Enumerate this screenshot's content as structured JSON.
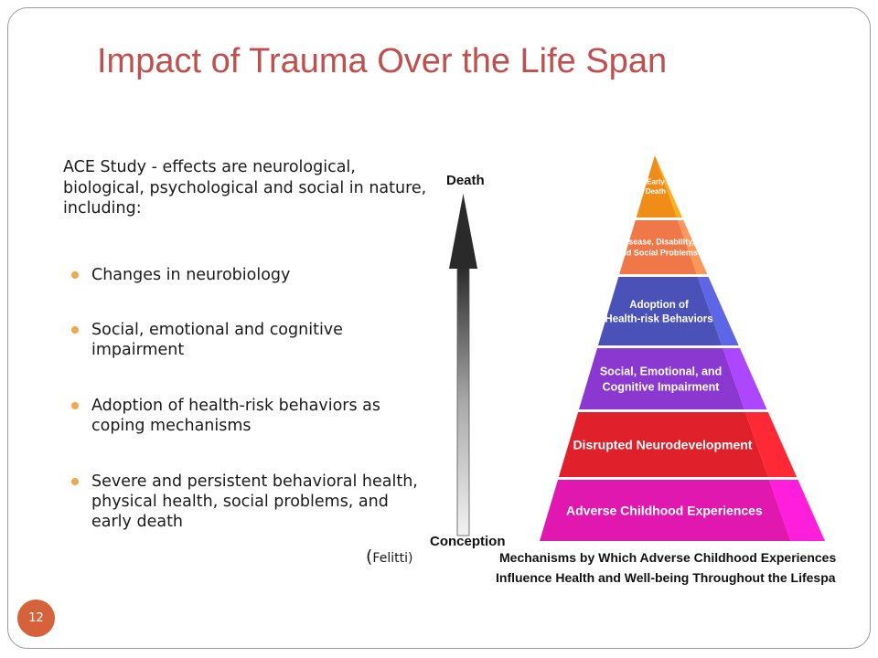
{
  "slide": {
    "title": "Impact of Trauma Over the Life Span",
    "intro": "ACE Study - effects are neurological, biological, psychological and social in nature, including:",
    "bullets": [
      "Changes in neurobiology",
      "Social, emotional and cognitive impairment",
      "Adoption of health-risk behaviors as coping mechanisms",
      "Severe and persistent behavioral health, physical health, social problems, and early death"
    ],
    "citation_open": "(",
    "citation_name": "Felitti)",
    "page_number": "12",
    "accent_color": "#c0504d",
    "bullet_color": "#f0a848"
  },
  "pyramid": {
    "axis_top": "Death",
    "axis_bottom": "Conception",
    "levels": [
      {
        "lines": [
          "Early",
          "Death"
        ],
        "color": "#f08c18"
      },
      {
        "lines": [
          "Disease, Disability,",
          "and Social Problems"
        ],
        "color": "#f07848"
      },
      {
        "lines": [
          "Adoption of",
          "Health-risk Behaviors"
        ],
        "color": "#4a52b8"
      },
      {
        "lines": [
          "Social, Emotional, and",
          "Cognitive Impairment"
        ],
        "color": "#8a38d0"
      },
      {
        "lines": [
          "Disrupted Neurodevelopment"
        ],
        "color": "#e0202a"
      },
      {
        "lines": [
          "Adverse Childhood Experiences"
        ],
        "color": "#e018b0"
      }
    ],
    "caption_line1": "Mechanisms by Which Adverse Childhood Experiences",
    "caption_line2": "Influence Health and Well-being Throughout the Lifespan"
  }
}
